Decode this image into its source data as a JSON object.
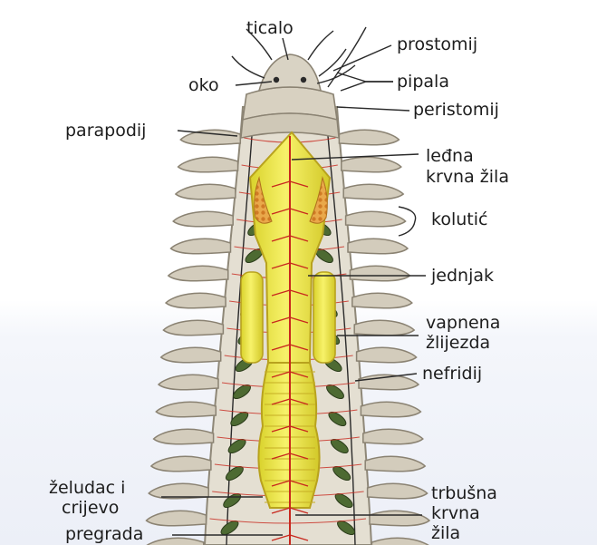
{
  "diagram": {
    "labels": {
      "ticalo": "ticalo",
      "prostomij": "prostomij",
      "oko": "oko",
      "pipala": "pipala",
      "peristomij": "peristomij",
      "parapodij": "parapodij",
      "ledna_1": "leđna",
      "ledna_2": "krvna žila",
      "kolutic": "kolutić",
      "jednjak": "jednjak",
      "vapnena_1": "vapnena",
      "vapnena_2": "žlijezda",
      "nefridij": "nefridij",
      "zeludac_1": "želudac i",
      "zeludac_2": "crijevo",
      "pregrada": "pregrada",
      "trbusna_1": "trbušna",
      "trbusna_2": "krvna",
      "trbusna_3": "žila"
    },
    "colors": {
      "body": "#d6cfc0",
      "body_edge": "#8f8878",
      "gut": "#f2ec4a",
      "gut_edge": "#b8a21e",
      "vessel": "#c8281e",
      "nephridium": "#3f5a2a",
      "gland": "#e09a3a"
    }
  }
}
